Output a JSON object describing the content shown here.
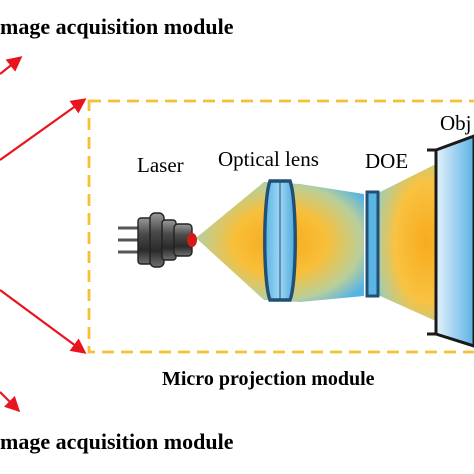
{
  "labels": {
    "top_module": "mage acquisition module",
    "bottom_module": "mage acquisition module",
    "laser": "Laser",
    "optical_lens": "Optical lens",
    "doe": "DOE",
    "objective": "Obj",
    "micro_projection": "Micro projection module"
  },
  "colors": {
    "arrow": "#e8141e",
    "dashed_box": "#f5c033",
    "beam_core": "#f8ad1c",
    "beam_edge": "#5fb6e5",
    "lens_fill": "#73c2ea",
    "lens_stroke": "#214f75",
    "laser_dot": "#d61818"
  },
  "icons": {
    "laser_device": "laser-emitter-icon",
    "optical_lens": "convex-lens-icon",
    "doe": "doe-plate-icon",
    "objective": "objective-lens-icon"
  }
}
